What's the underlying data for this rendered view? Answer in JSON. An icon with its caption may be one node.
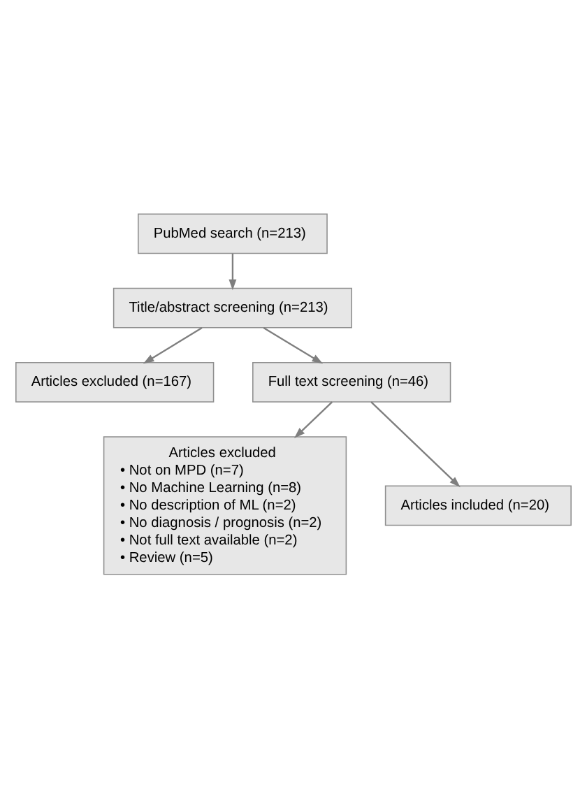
{
  "diagram": {
    "nodes": [
      {
        "text": [
          "PubMed search (n=213)"
        ]
      },
      {
        "text": [
          "Title/abstract screening (n=213)"
        ]
      },
      {
        "text": [
          "Articles excluded (n=167)"
        ]
      },
      {
        "text": [
          "Full text screening (n=46)"
        ]
      },
      {
        "text": [
          "Articles excluded",
          "• Not on MPD (n=7)",
          "• No Machine Learning (n=8)",
          "• No description of ML (n=2)",
          "• No diagnosis / prognosis (n=2)",
          "• Not full text available (n=2)",
          "• Review (n=5)"
        ]
      },
      {
        "text": [
          "Articles included (n=20)"
        ]
      }
    ],
    "edges": [
      {
        "from": 0,
        "to": 1,
        "arrow": "to"
      },
      {
        "from": 1,
        "to": 2,
        "arrow": "to"
      },
      {
        "from": 1,
        "to": 3,
        "arrow": "to"
      },
      {
        "from": 3,
        "to": 4,
        "arrow": "to"
      },
      {
        "from": 3,
        "to": 5,
        "arrow": "to"
      }
    ]
  }
}
